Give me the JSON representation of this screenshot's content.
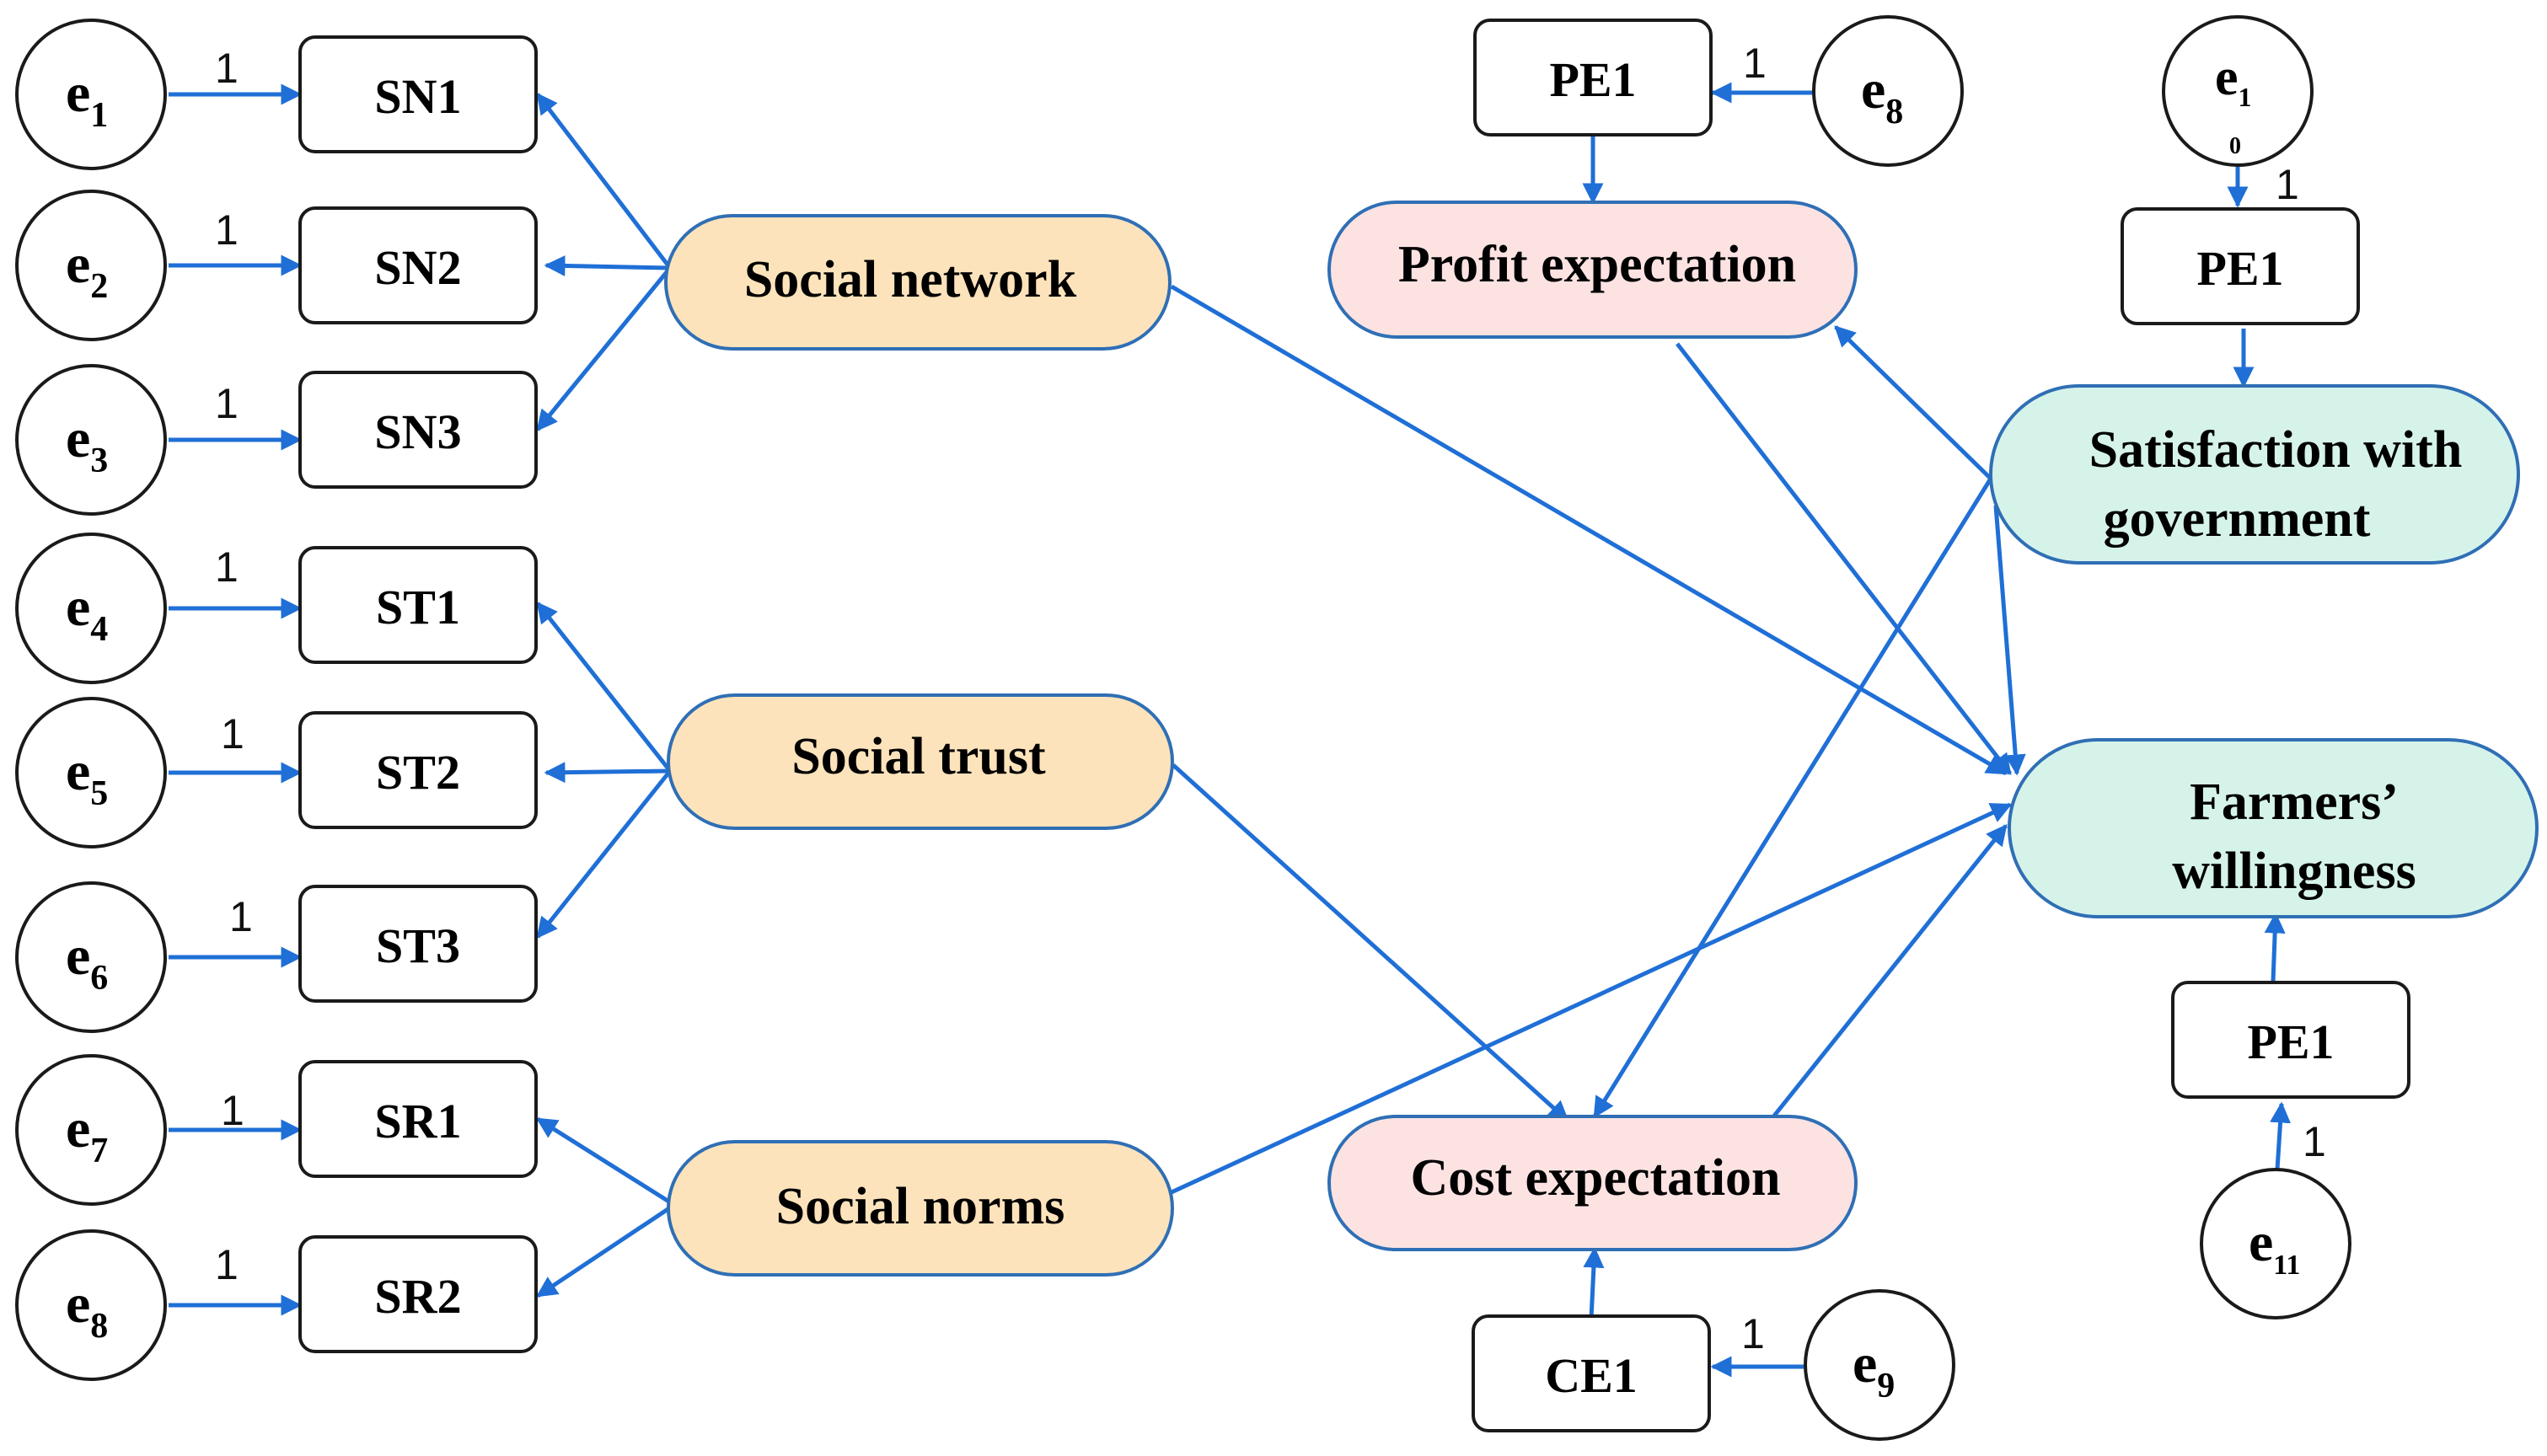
{
  "colors": {
    "arrow": "#1f6fd6",
    "latent_orange": "#fde3bb",
    "latent_pink": "#fde2e2",
    "latent_teal": "#d6f3ea",
    "latent_stroke": "#2f6fb5",
    "box_stroke": "#1a1a1a"
  },
  "latents": {
    "social_network": "Social network",
    "social_trust": "Social trust",
    "social_norms": "Social norms",
    "profit_expectation": "Profit expectation",
    "cost_expectation": "Cost expectation",
    "satisfaction_line1": "Satisfaction with",
    "satisfaction_line2": "government",
    "willingness_line1": "Farmers’",
    "willingness_line2": "willingness"
  },
  "indicators": {
    "sn1": "SN1",
    "sn2": "SN2",
    "sn3": "SN3",
    "st1": "ST1",
    "st2": "ST2",
    "st3": "ST3",
    "sr1": "SR1",
    "sr2": "SR2",
    "pe1_profit": "PE1",
    "pe1_satisfaction": "PE1",
    "pe1_willingness": "PE1",
    "ce1": "CE1"
  },
  "errors": {
    "e1": {
      "base": "e",
      "sub": "1"
    },
    "e2": {
      "base": "e",
      "sub": "2"
    },
    "e3": {
      "base": "e",
      "sub": "3"
    },
    "e4": {
      "base": "e",
      "sub": "4"
    },
    "e5": {
      "base": "e",
      "sub": "5"
    },
    "e6": {
      "base": "e",
      "sub": "6"
    },
    "e7": {
      "base": "e",
      "sub": "7"
    },
    "e8": {
      "base": "e",
      "sub": "8"
    },
    "e8b": {
      "base": "e",
      "sub": "8"
    },
    "e9": {
      "base": "e",
      "sub": "9"
    },
    "e10": {
      "base": "e",
      "sub": "1",
      "sub2": "0"
    },
    "e11": {
      "base": "e",
      "sub": "11"
    }
  },
  "path_label": "1"
}
